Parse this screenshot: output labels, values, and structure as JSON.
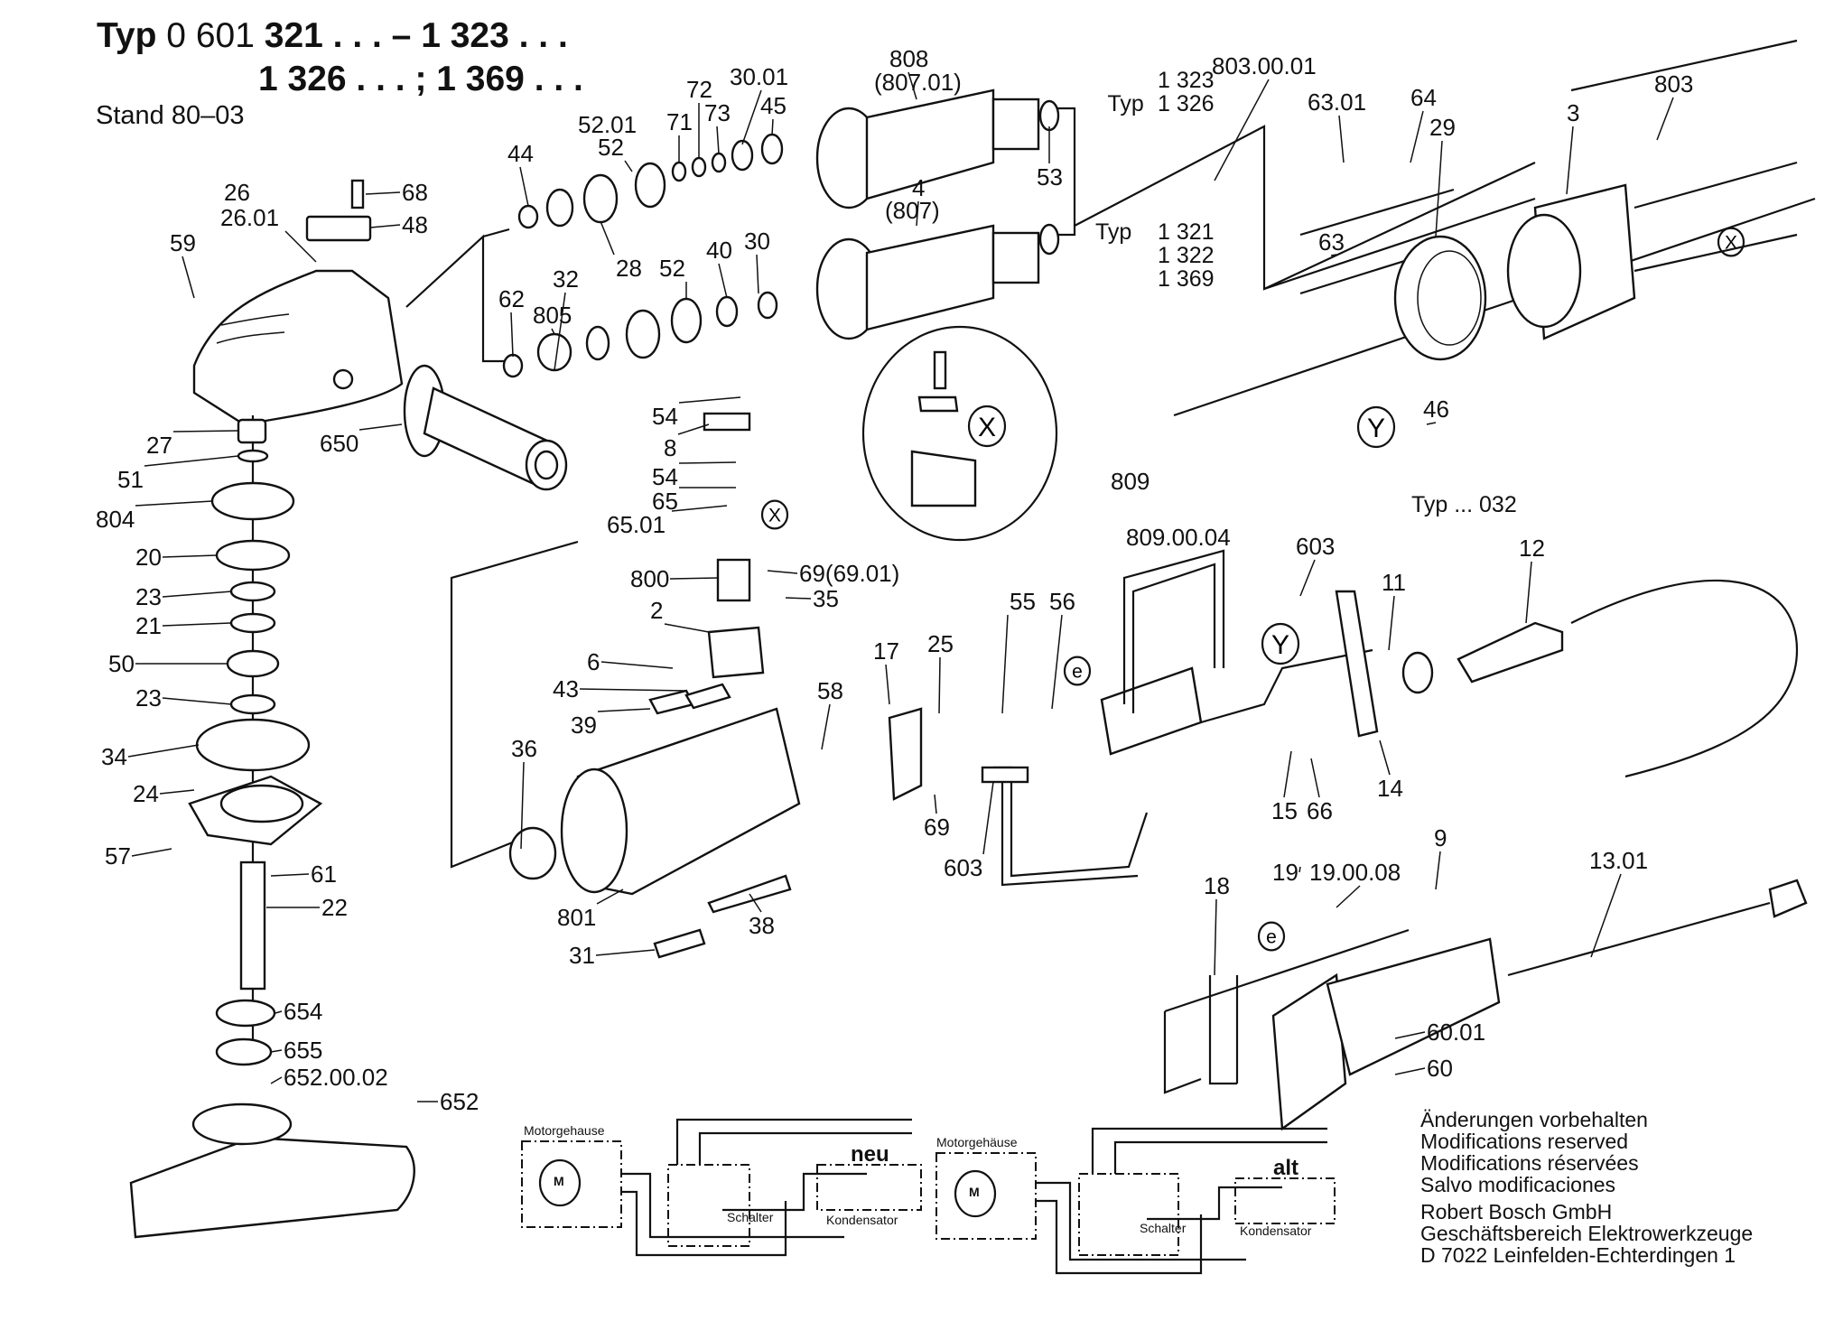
{
  "header": {
    "typ_word": "Typ",
    "typ_line1_prefix": "0 601",
    "typ_line1_rest": "321 . . . – 1 323 . . .",
    "typ_line2": "1 326 . . . ;  1 369 . . .",
    "stand": "Stand  80–03"
  },
  "variant_notes": {
    "upper": {
      "label": "Typ",
      "types": [
        "1 323",
        "1 326"
      ]
    },
    "lower": {
      "label": "Typ",
      "types": [
        "1 321",
        "1 322",
        "1 369"
      ]
    },
    "cable_variant": "Typ ... 032"
  },
  "callout_markers": {
    "x": "X",
    "y": "Y",
    "e": "e"
  },
  "parts": [
    "808",
    "(807.01)",
    "4",
    "(807)",
    "53",
    "44",
    "52.01",
    "52",
    "71",
    "72",
    "73",
    "30.01",
    "45",
    "32",
    "28",
    "52",
    "40",
    "30",
    "62",
    "805",
    "26",
    "26.01",
    "68",
    "48",
    "59",
    "650",
    "27",
    "51",
    "804",
    "20",
    "23",
    "21",
    "50",
    "23",
    "34",
    "24",
    "57",
    "61",
    "22",
    "654",
    "655",
    "652.00.02",
    "652",
    "803.00.01",
    "63.01",
    "64",
    "29",
    "3",
    "803",
    "63",
    "54",
    "8",
    "54",
    "65",
    "65.01",
    "800",
    "69(69.01)",
    "35",
    "2",
    "6",
    "43",
    "39",
    "58",
    "36",
    "801",
    "31",
    "38",
    "17",
    "25",
    "69",
    "603",
    "46",
    "809",
    "809.00.04",
    "55",
    "56",
    "603",
    "11",
    "12",
    "14",
    "15",
    "66",
    "9",
    "13.01",
    "18",
    "19",
    "19.00.08",
    "60.01",
    "60"
  ],
  "wiring": {
    "left": {
      "housing": "Motorgehause",
      "motor": "M",
      "switch": "Schalter",
      "capacitor": "Kondensator",
      "version": "neu"
    },
    "right": {
      "housing": "Motorgehäuse",
      "motor": "M",
      "switch": "Schalter",
      "capacitor": "Kondensator",
      "version": "alt"
    }
  },
  "footer": {
    "notes": [
      "Änderungen vorbehalten",
      "Modifications reserved",
      "Modifications réservées",
      "Salvo modificaciones"
    ],
    "company": [
      "Robert Bosch GmbH",
      "Geschäftsbereich Elektrowerkzeuge",
      "D 7022 Leinfelden-Echterdingen 1"
    ]
  }
}
